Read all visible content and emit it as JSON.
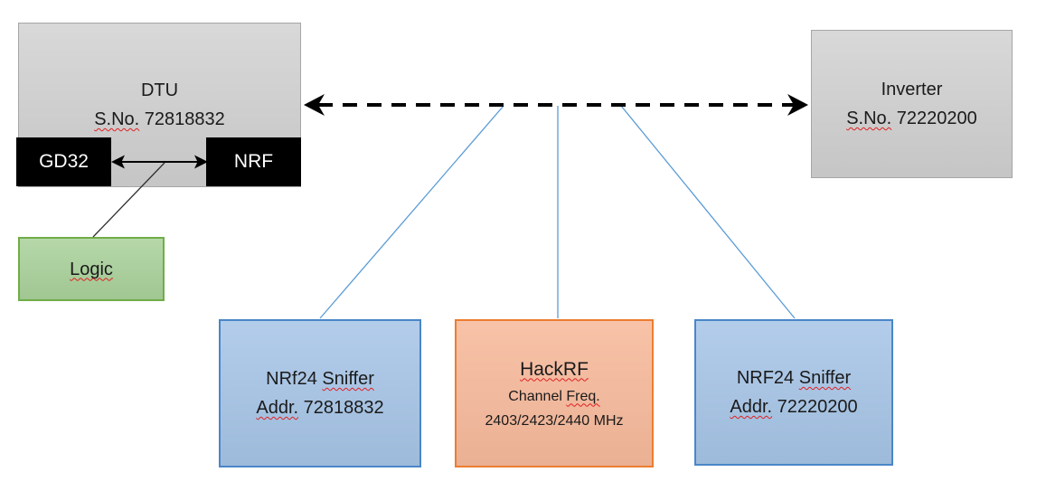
{
  "colors": {
    "gray_fill": "#D0D0D0",
    "gray_border": "#A6A6A6",
    "black_fill": "#000000",
    "chip_text": "#FFFFFF",
    "green_fill": "#A9D19A",
    "green_border": "#70AD47",
    "blue_fill": "#A8C6E8",
    "blue_border": "#4A86C8",
    "orange_fill": "#F7BA9C",
    "orange_border": "#ED7D31",
    "connector_blue": "#5B9BD5",
    "arrow_black": "#000000",
    "squiggle_red": "#E02020",
    "text_color": "#1A1A1A"
  },
  "nodes": {
    "dtu": {
      "title": "DTU",
      "serial_label": "S.No.",
      "serial_value": "72818832"
    },
    "gd32": {
      "label": "GD32"
    },
    "nrf": {
      "label": "NRF"
    },
    "logic": {
      "label": "Logic"
    },
    "inverter": {
      "title": "Inverter",
      "serial_label": "S.No.",
      "serial_value": "72220200"
    },
    "sniffer_left": {
      "model": "NRf24",
      "role": "Sniffer",
      "addr_label": "Addr.",
      "addr_value": "72818832"
    },
    "hackrf": {
      "title": "HackRF",
      "freq_word_plain": "Channel",
      "freq_word_sq": "Freq.",
      "freq_values": "2403/2423/2440 MHz"
    },
    "sniffer_right": {
      "model": "NRF24",
      "role": "Sniffer",
      "addr_label": "Addr.",
      "addr_value": "72220200"
    }
  }
}
